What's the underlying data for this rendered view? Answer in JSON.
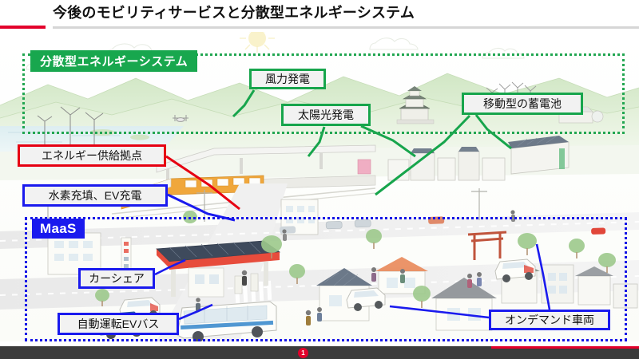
{
  "header": {
    "title": "今後のモビリティサービスと分散型エネルギーシステム",
    "accent_red": "#e3002b",
    "rule_gray": "#d6d6d6"
  },
  "regions": [
    {
      "key": "distributed-energy",
      "chip_label": "分散型エネルギーシステム",
      "color": "#18a74e",
      "border_style": "dotted"
    },
    {
      "key": "maas",
      "chip_label": "MaaS",
      "color": "#1a1aee",
      "border_style": "dotted"
    }
  ],
  "callouts": [
    {
      "key": "wind",
      "label": "風力発電",
      "color": "#17a54c"
    },
    {
      "key": "solar",
      "label": "太陽光発電",
      "color": "#17a54c"
    },
    {
      "key": "battery",
      "label": "移動型の蓄電池",
      "color": "#17a54c"
    },
    {
      "key": "energy",
      "label": "エネルギー供給拠点",
      "color": "#e60012"
    },
    {
      "key": "hydrogen",
      "label": "水素充填、EV充電",
      "color": "#1a1aee"
    },
    {
      "key": "carshare",
      "label": "カーシェア",
      "color": "#1a1aee"
    },
    {
      "key": "bus",
      "label": "自動運転EVバス",
      "color": "#1a1aee"
    },
    {
      "key": "demand",
      "label": "オンデマンド車両",
      "color": "#1a1aee"
    }
  ],
  "illustration": {
    "description": "俯瞰の町並みイラスト",
    "scene_items": [
      "太陽",
      "雲",
      "山並み",
      "城",
      "風力発電機",
      "海",
      "鉄道駅",
      "電車",
      "太陽光パネル",
      "水素ステーション",
      "商店街",
      "鳥居",
      "住宅",
      "カーシェア車両",
      "EVバス",
      "オンデマンド車両",
      "歩行者"
    ]
  },
  "footer": {
    "page_number": "1",
    "bar_color": "#3b3b3b",
    "accent_red": "#e3002b"
  }
}
